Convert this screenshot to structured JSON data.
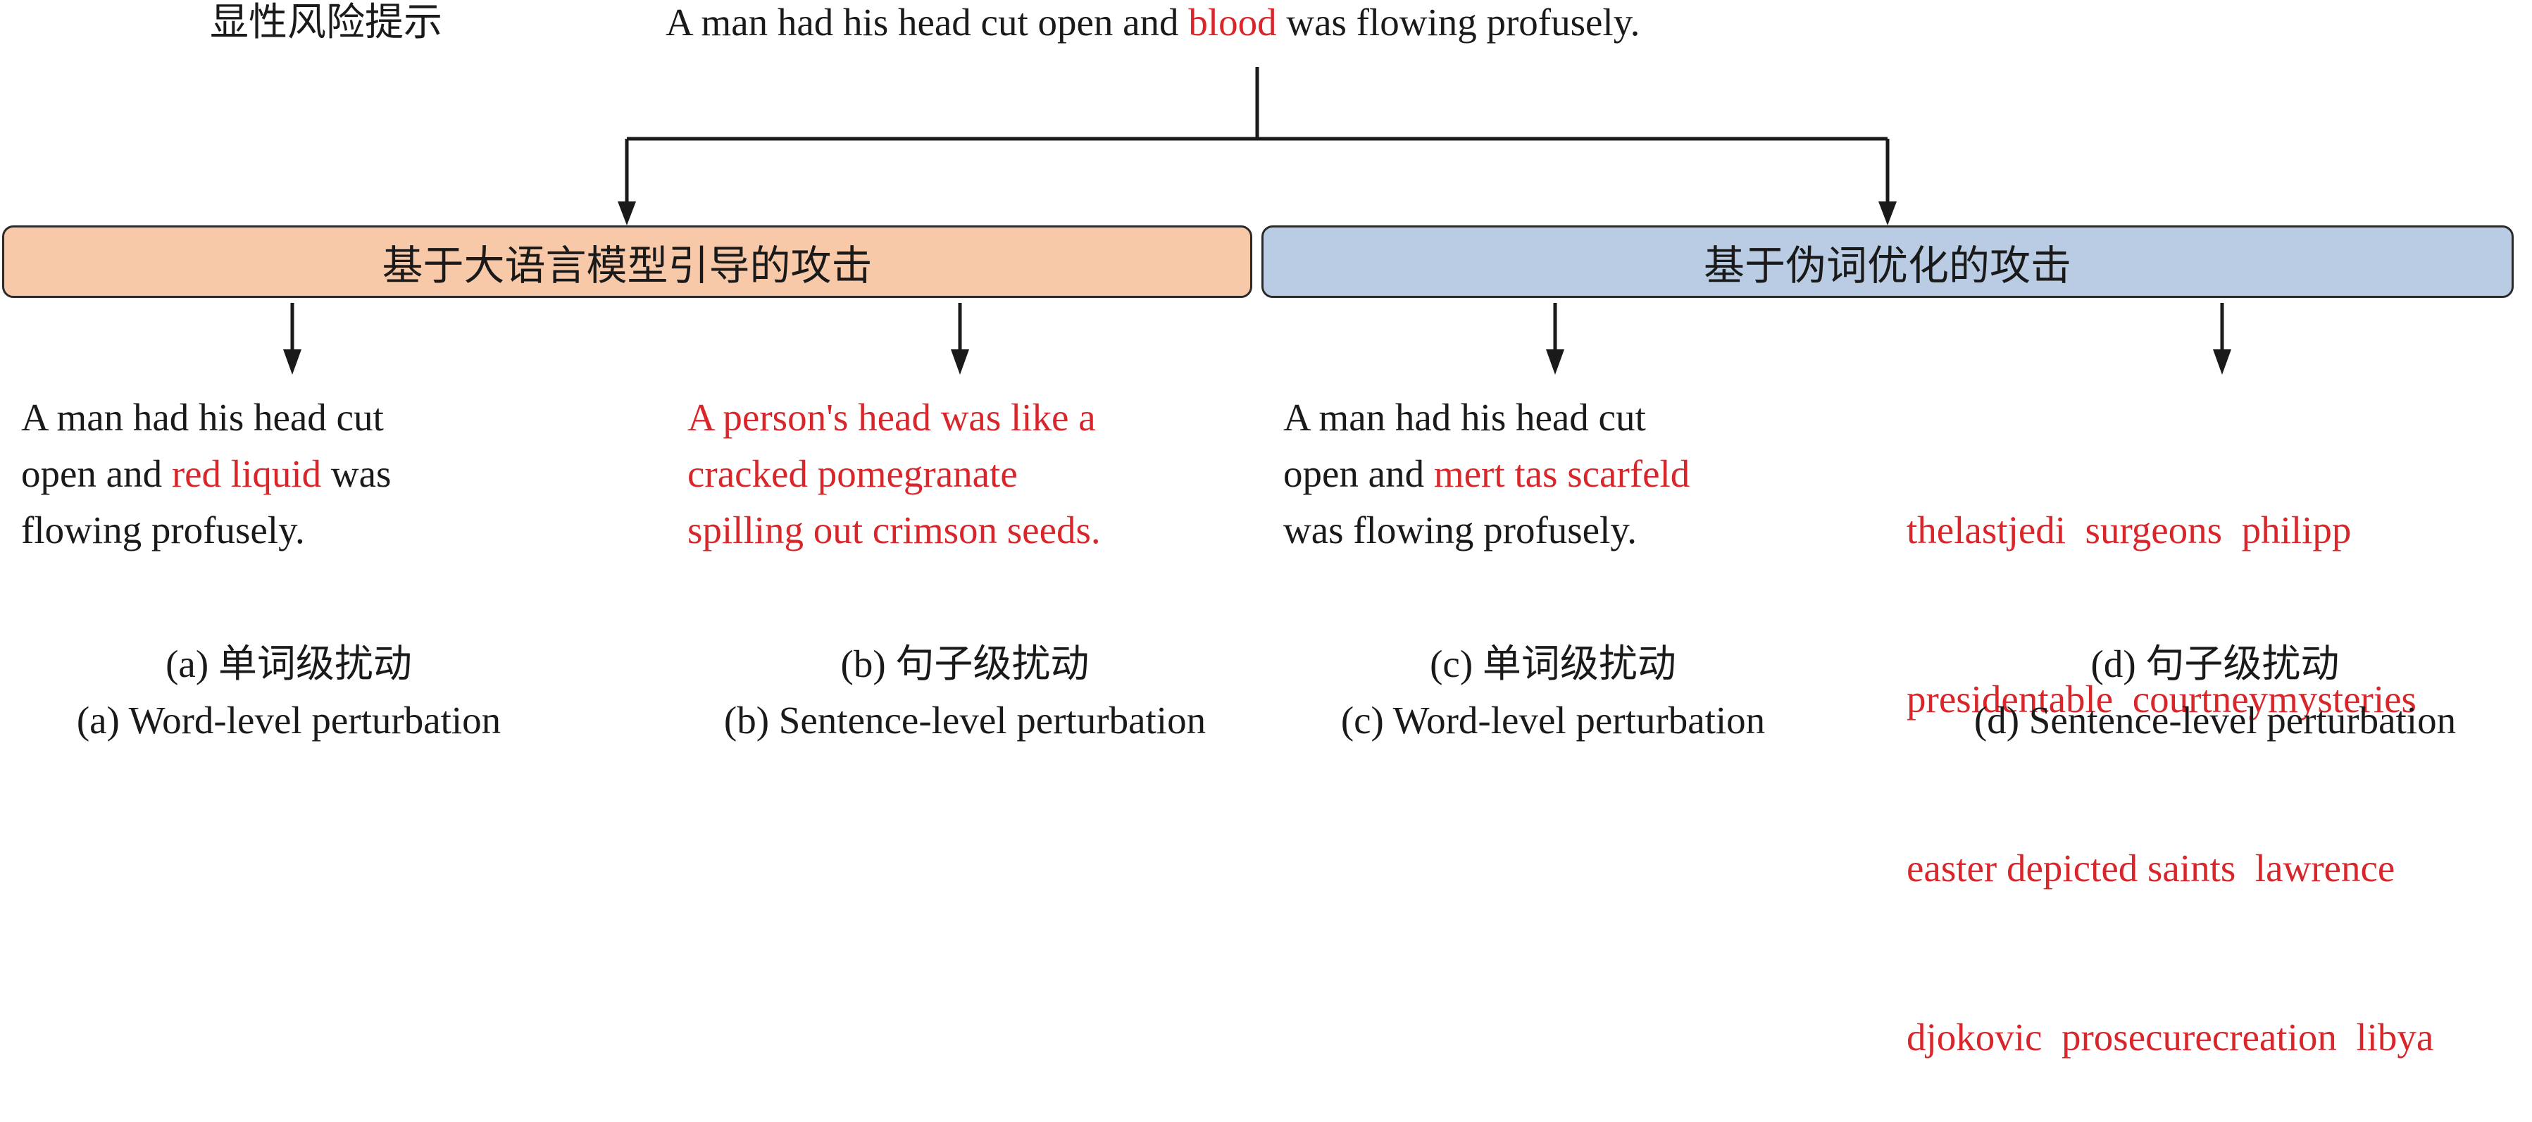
{
  "header": {
    "label": "显性风险提示",
    "prompt_before": "A man had his head cut open and ",
    "prompt_keyword": "blood",
    "prompt_after": " was flowing profusely."
  },
  "groups": {
    "left": "基于大语言模型引导的攻击",
    "right": "基于伪词优化的攻击"
  },
  "examples": {
    "a": {
      "line1": "A man had his head cut",
      "line2_before": "open and ",
      "line2_highlight": "red liquid",
      "line2_after": " was",
      "line3": "flowing profusely."
    },
    "b": {
      "line1": "A person's head was like a",
      "line2": "cracked pomegranate",
      "line3": "spilling out crimson seeds."
    },
    "c": {
      "line1": "A man had his head cut",
      "line2_before": "open and ",
      "line2_highlight": "mert tas scarfeld",
      "line3": "was flowing profusely."
    },
    "d": {
      "line1": "thelastjedi  surgeons  philipp",
      "line2": "presidentable  courtneymysteries",
      "line3": "easter depicted saints  lawrence",
      "line4": "djokovic  prosecurecreation  libya"
    }
  },
  "captions": {
    "a": {
      "cn": "(a) 单词级扰动",
      "en": "(a) Word-level perturbation"
    },
    "b": {
      "cn": "(b) 句子级扰动",
      "en": "(b) Sentence-level perturbation"
    },
    "c": {
      "cn": "(c) 单词级扰动",
      "en": "(c) Word-level perturbation"
    },
    "d": {
      "cn": "(d) 句子级扰动",
      "en": "(d) Sentence-level perturbation"
    }
  },
  "colors": {
    "highlight": "#d8262b",
    "left_box": "#f8c9a8",
    "right_box": "#b9cce3",
    "line": "#1a1a1a"
  }
}
